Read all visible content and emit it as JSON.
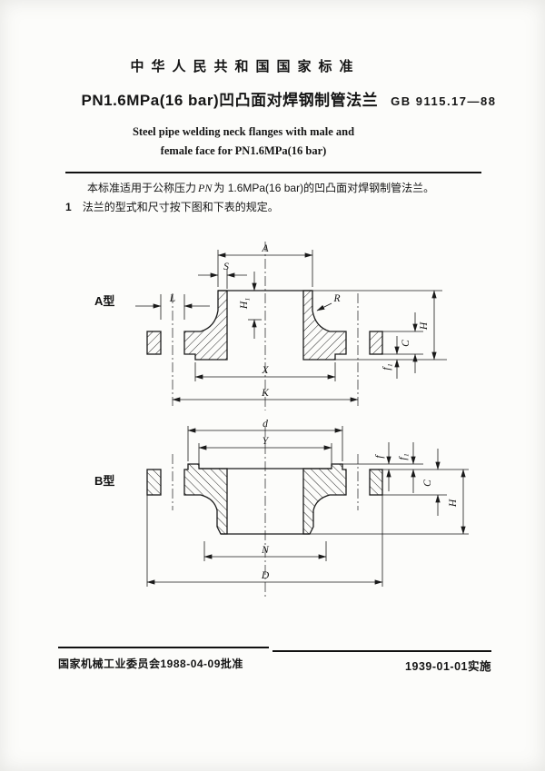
{
  "page": {
    "standard_header": "中华人民共和国国家标准",
    "title_cn": "PN1.6MPa(16 bar)凹凸面对焊钢制管法兰",
    "standard_number": "GB 9115.17—88",
    "title_en_line1": "Steel pipe welding neck flanges with male and",
    "title_en_line2": "female face for PN1.6MPa(16 bar)",
    "intro": {
      "pre_pn": "本标准适用于公称压力",
      "pn_symbol": "PN",
      "post_pn": "为 1.6MPa(16 bar)的凹凸面对焊钢制管法兰。"
    },
    "clause1": {
      "number": "1",
      "text": "法兰的型式和尺寸按下图和下表的规定。"
    },
    "footer": {
      "approval": "国家机械工业委员会1988-04-09批准",
      "implementation": "1939-01-01实施"
    }
  },
  "drawing_a": {
    "type_label": "A型",
    "dims": {
      "A": "A",
      "S": "S",
      "L": "L",
      "H1": "H₁",
      "R": "R",
      "X": "X",
      "K": "K",
      "C": "C",
      "f1": "f₁",
      "H": "H"
    }
  },
  "drawing_b": {
    "type_label": "B型",
    "dims": {
      "d": "d",
      "Y": "Y",
      "f": "f",
      "f1": "f₁",
      "C": "C",
      "H": "H",
      "N": "N",
      "D": "D"
    }
  }
}
